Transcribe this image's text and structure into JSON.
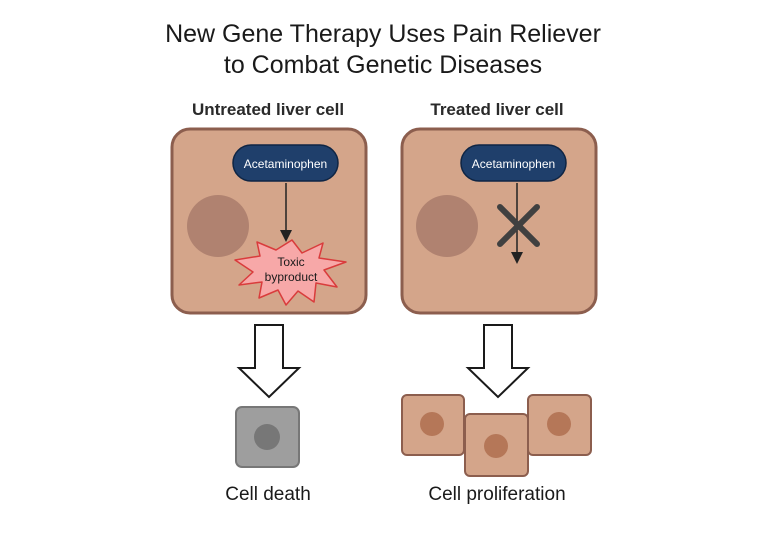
{
  "title": {
    "line1": "New Gene Therapy Uses Pain Reliever",
    "line2": "to Combat Genetic Diseases"
  },
  "panels": {
    "untreated": {
      "title": "Untreated liver cell",
      "drug_label": "Acetaminophen",
      "byproduct_line1": "Toxic",
      "byproduct_line2": "byproduct",
      "outcome": "Cell death"
    },
    "treated": {
      "title": "Treated liver cell",
      "drug_label": "Acetaminophen",
      "outcome": "Cell proliferation"
    }
  },
  "colors": {
    "cell_fill": "#d4a58a",
    "cell_border": "#8c5e4e",
    "nucleus": "#b08270",
    "small_nucleus": "#b57758",
    "pill_fill": "#1f3f6b",
    "burst_fill": "#f7a8a8",
    "burst_border": "#d93c3c",
    "dead_cell": "#9e9e9e",
    "dead_nucleus": "#777777",
    "block_x": "#404040"
  },
  "icons": {
    "process_arrow": "down-outline-arrow",
    "blocked": "x-mark"
  }
}
